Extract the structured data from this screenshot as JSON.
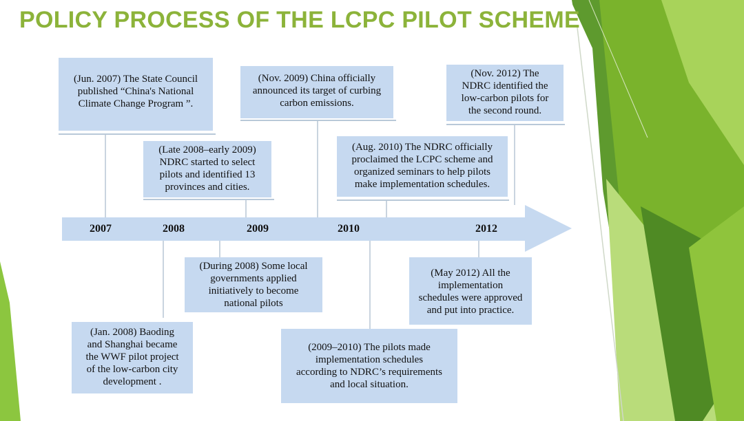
{
  "slide": {
    "title": "POLICY PROCESS OF THE LCPC PILOT SCHEME",
    "title_color": "#8cb33a",
    "arrow_color": "#c6d9f0",
    "box_color": "#c6d9f0",
    "accent_green": "#7ab32c"
  },
  "timeline": {
    "years": [
      "2007",
      "2008",
      "2009",
      "2010",
      "2012"
    ]
  },
  "events": {
    "e2007_jun": [
      "(Jun. 2007) The State Council",
      "published “China's National",
      "Climate Change Program ”."
    ],
    "e2008_late": [
      "(Late 2008–early 2009)",
      "NDRC started to select",
      "pilots and identified 13",
      "provinces and cities."
    ],
    "e2009_nov": [
      "(Nov. 2009) China officially",
      "announced its target of curbing",
      "carbon emissions."
    ],
    "e2010_aug": [
      "(Aug. 2010) The NDRC officially",
      "proclaimed the LCPC scheme and",
      "organized seminars to help pilots",
      "make implementation schedules."
    ],
    "e2012_nov": [
      "(Nov. 2012) The",
      "NDRC identified the",
      "low-carbon pilots for",
      "the second round."
    ],
    "e2008_during": [
      "(During 2008) Some local",
      "governments applied",
      "initiatively to become",
      "national pilots"
    ],
    "e2008_jan": [
      "(Jan. 2008) Baoding",
      "and Shanghai became",
      "the WWF pilot project",
      "of the low-carbon city",
      "development ."
    ],
    "e2009_2010": [
      "(2009–2010) The pilots made",
      "implementation schedules",
      "according to NDRC’s requirements",
      "and local situation."
    ],
    "e2012_may": [
      "(May 2012) All the",
      "implementation",
      "schedules were approved",
      "and put into practice."
    ]
  }
}
